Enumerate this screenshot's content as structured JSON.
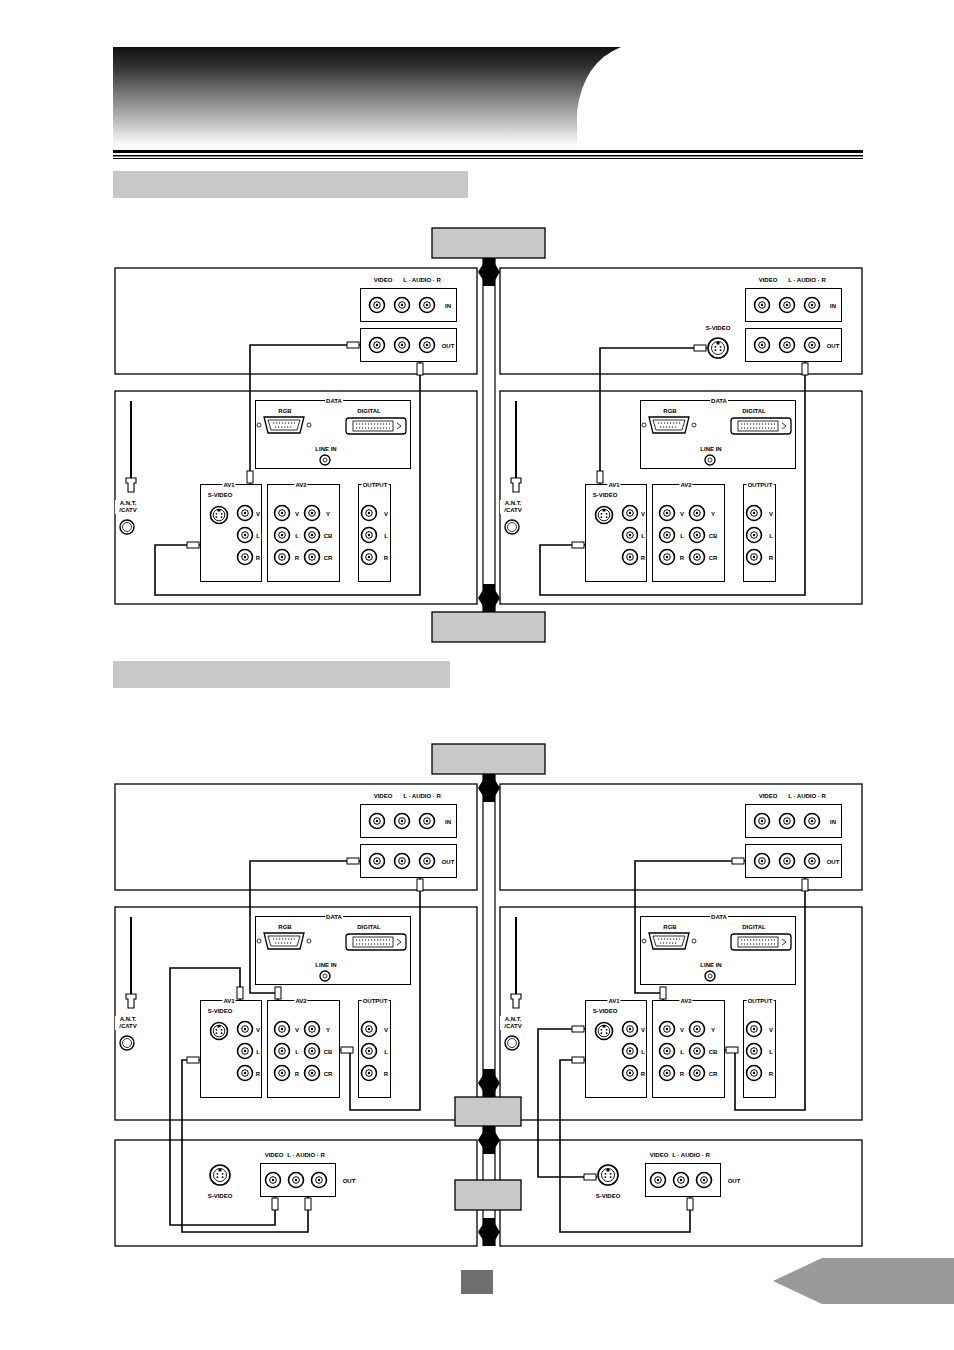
{
  "diagram": {
    "nodes": [
      {
        "text": [
          "VIDEO",
          "L · AUDIO · R",
          "IN"
        ]
      },
      {
        "text": [
          "OUT"
        ]
      },
      {
        "text": [
          "DATA",
          "RGB",
          "DIGITAL",
          "LINE IN"
        ]
      },
      {
        "text": [
          "AV1",
          "S-VIDEO",
          "V",
          "L",
          "R"
        ]
      },
      {
        "text": [
          "AV2",
          "V",
          "L",
          "R",
          "Y",
          "CB",
          "CR"
        ]
      },
      {
        "text": [
          "OUTPUT",
          "V",
          "L",
          "R"
        ]
      },
      {
        "text": [
          "VIDEO",
          "L · AUDIO · R",
          "IN"
        ]
      },
      {
        "text": [
          "S-VIDEO"
        ]
      },
      {
        "text": [
          "OUT"
        ]
      },
      {
        "text": [
          "DATA",
          "RGB",
          "DIGITAL",
          "LINE IN"
        ]
      },
      {
        "text": [
          "AV1",
          "S-VIDEO",
          "V",
          "L",
          "R"
        ]
      },
      {
        "text": [
          "AV2",
          "V",
          "L",
          "R",
          "Y",
          "CB",
          "CR"
        ]
      },
      {
        "text": [
          "OUTPUT",
          "V",
          "L",
          "R"
        ]
      },
      {
        "text": [
          "VIDEO",
          "L · AUDIO · R",
          "IN"
        ]
      },
      {
        "text": [
          "OUT"
        ]
      },
      {
        "text": [
          "DATA",
          "RGB",
          "DIGITAL",
          "LINE IN"
        ]
      },
      {
        "text": [
          "AV1",
          "S-VIDEO",
          "V",
          "L",
          "R"
        ]
      },
      {
        "text": [
          "AV2",
          "V",
          "L",
          "R",
          "Y",
          "CB",
          "CR"
        ]
      },
      {
        "text": [
          "OUTPUT",
          "V",
          "L",
          "R"
        ]
      },
      {
        "text": [
          "S-VIDEO"
        ]
      },
      {
        "text": [
          "VIDEO",
          "L · AUDIO · R",
          "OUT"
        ]
      },
      {
        "text": [
          "VIDEO",
          "L · AUDIO · R",
          "IN"
        ]
      },
      {
        "text": [
          "OUT"
        ]
      },
      {
        "text": [
          "DATA",
          "RGB",
          "DIGITAL",
          "LINE IN"
        ]
      },
      {
        "text": [
          "AV1",
          "S-VIDEO",
          "V",
          "L",
          "R"
        ]
      },
      {
        "text": [
          "AV2",
          "V",
          "L",
          "R",
          "Y",
          "CB",
          "CR"
        ]
      },
      {
        "text": [
          "OUTPUT",
          "V",
          "L",
          "R"
        ]
      },
      {
        "text": [
          "S-VIDEO"
        ]
      },
      {
        "text": [
          "VIDEO",
          "L · AUDIO · R",
          "OUT"
        ]
      }
    ],
    "edges": [
      {
        "from": 1,
        "to": 3,
        "arrow": "none"
      },
      {
        "from": 1,
        "to": 3,
        "arrow": "none"
      },
      {
        "from": 7,
        "to": 10,
        "arrow": "none"
      },
      {
        "from": 8,
        "to": 10,
        "arrow": "none"
      },
      {
        "from": 14,
        "to": 17,
        "arrow": "none"
      },
      {
        "from": 14,
        "to": 17,
        "arrow": "none"
      },
      {
        "from": 20,
        "to": 16,
        "arrow": "none"
      },
      {
        "from": 20,
        "to": 16,
        "arrow": "none"
      },
      {
        "from": 22,
        "to": 25,
        "arrow": "none"
      },
      {
        "from": 22,
        "to": 25,
        "arrow": "none"
      },
      {
        "from": 27,
        "to": 24,
        "arrow": "none"
      },
      {
        "from": 28,
        "to": 24,
        "arrow": "none"
      }
    ],
    "labels": [
      "A.N.T. /CATV",
      "A.N.T. /CATV",
      "A.N.T. /CATV",
      "A.N.T. /CATV"
    ]
  }
}
